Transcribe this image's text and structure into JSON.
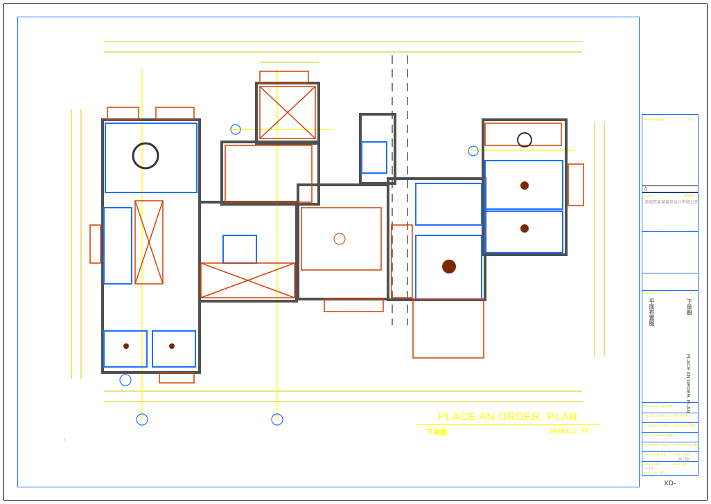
{
  "drawing": {
    "title": "PLACE AN ORDER.  PLAN",
    "subtitle": "下单图",
    "scale": "SCALE  1 : 70"
  },
  "title_block": {
    "revision_label": "REVISION 修改",
    "date_label": "DATE",
    "client_label": "CLIENT",
    "client_cn": "建设单位",
    "company": "深圳市某某装饰设计有限公司",
    "drawing_title_label": "DRAWING TITLE",
    "drawing_title_cn_label": "图 名",
    "title_cn_1": "平面布置图",
    "title_cn_2": "下单图",
    "title_en": "PLACE AN ORDER. PLAN",
    "design_no": "DESIGN NO: 设计编号",
    "project_direction": "PROJECT DIRECTION  设计总负责人",
    "designed_by": "DESIGNED BY  设计",
    "drawn_by": "DRAWN BY  绘图",
    "proofread_by": "PROOFREAD BY  审核人",
    "checked_by": "CHECKED BY 校对人",
    "approved_by": "APPROVED BY 审批",
    "discipline": "DISCIPLINE  专业",
    "status": "STATUS  阶段",
    "status_value": "施工图",
    "scale_label": "SCALE  比例",
    "scale_value": "1:70",
    "date_field": "DATE  日期",
    "sheet_no_label": "SHEET NO. 图号",
    "sheet_no": "XD-"
  },
  "colors": {
    "frame": "#1e6fff",
    "annotation": "#ffff00",
    "walls": "#505050",
    "fixtures": "#d04000"
  }
}
